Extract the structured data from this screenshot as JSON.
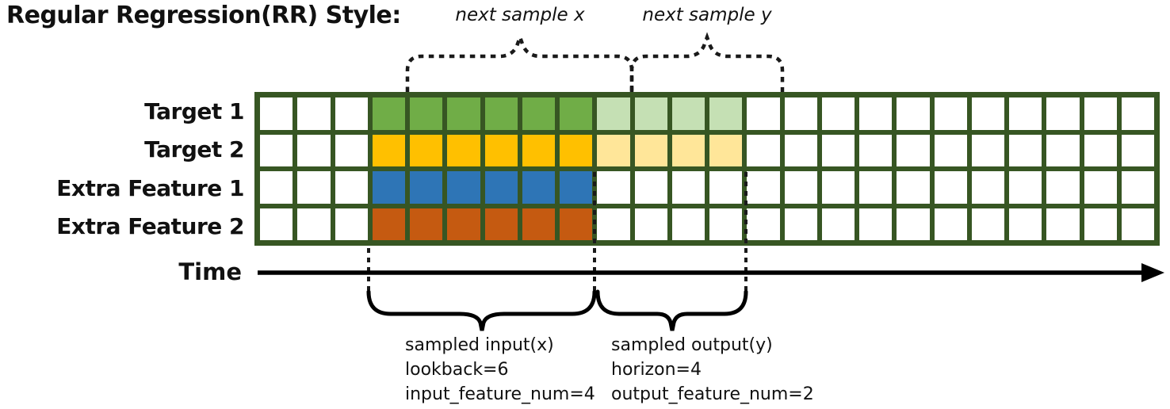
{
  "title": "Regular Regression(RR) Style:",
  "top_annotations": {
    "next_sample_x": "next sample x",
    "next_sample_y": "next sample y"
  },
  "time_axis": {
    "label": "Time"
  },
  "grid": {
    "columns": 24,
    "border_color": "#375623",
    "empty_color": "#ffffff",
    "input_start_col": 3,
    "lookback": 6,
    "output_start_col": 9,
    "horizon": 4,
    "input_feature_num": 4,
    "output_feature_num": 2,
    "rows": [
      {
        "label": "Target 1",
        "input_color": "#70AD47",
        "output_color": "#C5E0B4",
        "in_output": true
      },
      {
        "label": "Target 2",
        "input_color": "#FFC000",
        "output_color": "#FFE699",
        "in_output": true
      },
      {
        "label": "Extra Feature 1",
        "input_color": "#2E75B6",
        "output_color": null,
        "in_output": false
      },
      {
        "label": "Extra Feature 2",
        "input_color": "#C55A11",
        "output_color": null,
        "in_output": false
      }
    ]
  },
  "captions": {
    "input": {
      "lines": [
        "sampled input(x)",
        "lookback=6",
        "input_feature_num=4"
      ]
    },
    "output": {
      "lines": [
        "sampled output(y)",
        "horizon=4",
        "output_feature_num=2"
      ]
    }
  }
}
